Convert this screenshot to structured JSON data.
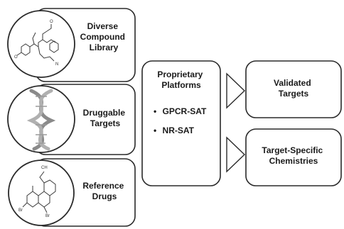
{
  "inputs": [
    {
      "label_lines": [
        "Diverse",
        "Compound",
        "Library"
      ],
      "icon": "molecule-structure-icon"
    },
    {
      "label_lines": [
        "Druggable",
        "Targets"
      ],
      "icon": "dna-helix-icon"
    },
    {
      "label_lines": [
        "Reference",
        "Drugs"
      ],
      "icon": "drug-molecule-icon"
    }
  ],
  "center": {
    "title_lines": [
      "Proprietary",
      "Platforms"
    ],
    "bullets": [
      "GPCR-SAT",
      "NR-SAT"
    ],
    "bullet_symbol": "•"
  },
  "outputs": [
    {
      "label_lines": [
        "Validated",
        "Targets"
      ]
    },
    {
      "label_lines": [
        "Target-Specific",
        "Chemistries"
      ]
    }
  ],
  "colors": {
    "stroke": "#2a2a2a",
    "text": "#1a1a1a",
    "dna_strand": "#8a8a8a",
    "background": "#ffffff"
  }
}
